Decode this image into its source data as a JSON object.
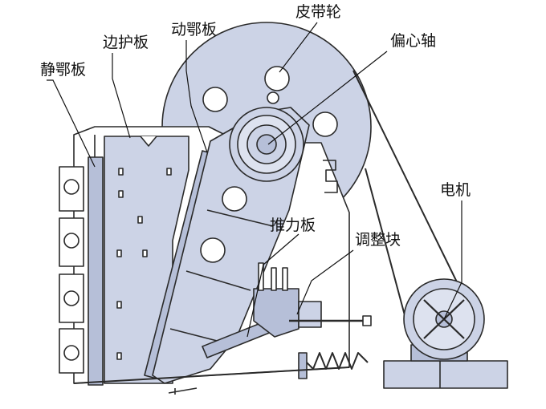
{
  "labels": {
    "belt_wheel": "皮带轮",
    "moving_jaw": "动鄂板",
    "side_guard": "边护板",
    "fixed_jaw": "静鄂板",
    "eccentric_shaft": "偏心轴",
    "motor": "电机",
    "toggle_plate": "推力板",
    "adjusting_block": "调整块"
  },
  "colors": {
    "body": "#ccd3e6",
    "body_dark": "#b6bfd8",
    "outline": "#2a2a2a",
    "frame": "#ffffff"
  }
}
